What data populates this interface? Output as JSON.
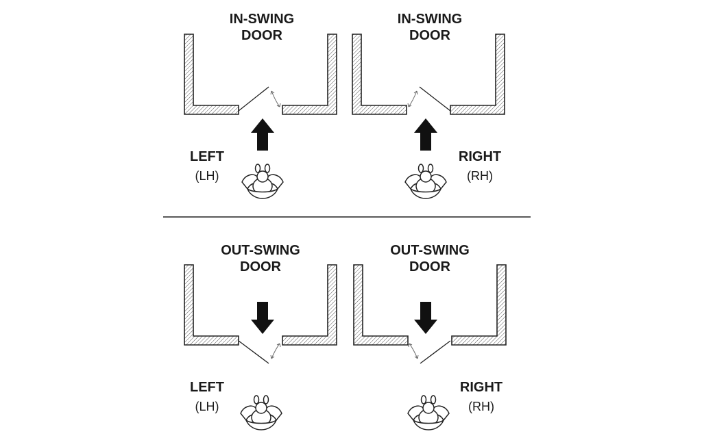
{
  "divider": true,
  "panels": [
    {
      "id": "in-left",
      "title_line1": "IN-SWING",
      "title_line2": "DOOR",
      "hand": "LEFT",
      "code": "(LH)"
    },
    {
      "id": "in-right",
      "title_line1": "IN-SWING",
      "title_line2": "DOOR",
      "hand": "RIGHT",
      "code": "(RH)"
    },
    {
      "id": "out-left",
      "title_line1": "OUT-SWING",
      "title_line2": "DOOR",
      "hand": "LEFT",
      "code": "(LH)"
    },
    {
      "id": "out-right",
      "title_line1": "OUT-SWING",
      "title_line2": "DOOR",
      "hand": "RIGHT",
      "code": "(RH)"
    }
  ]
}
